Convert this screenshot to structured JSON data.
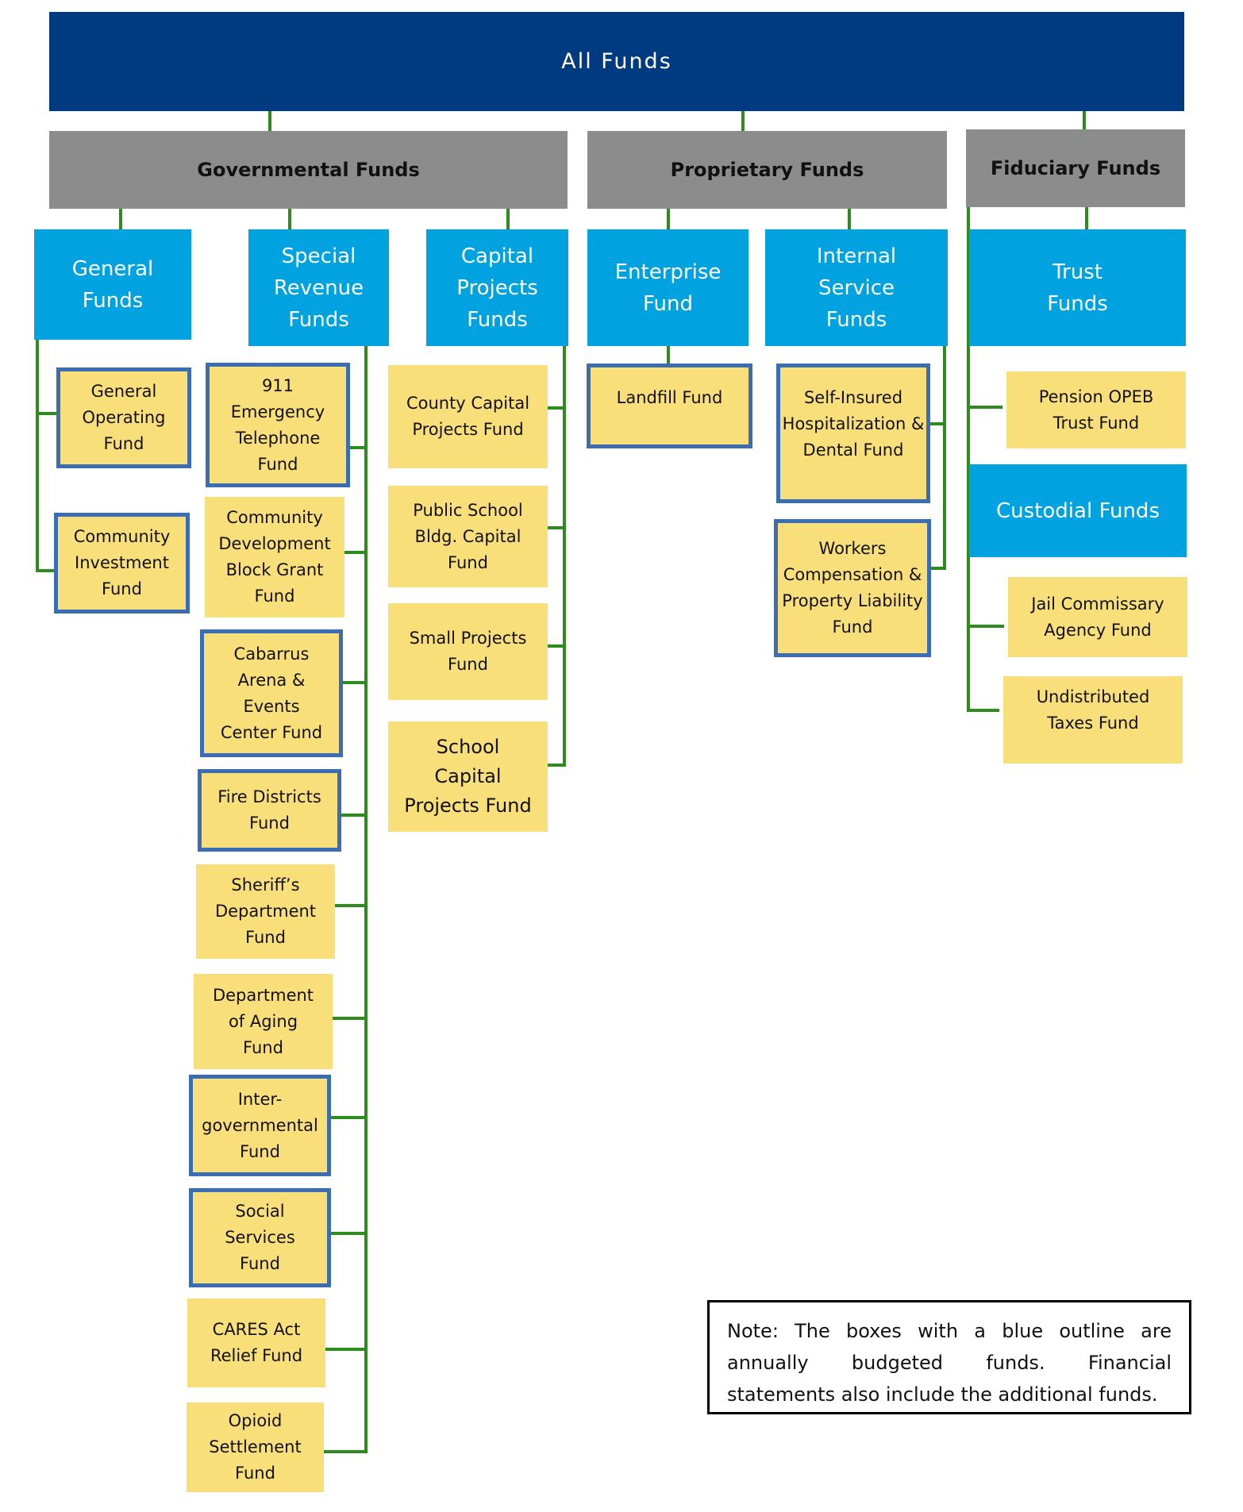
{
  "diagram": {
    "root": "All Funds",
    "categories": {
      "governmental": "Governmental Funds",
      "proprietary": "Proprietary Funds",
      "fiduciary": "Fiduciary Funds"
    },
    "subcategories": {
      "general": "General\nFunds",
      "special_revenue": "Special\nRevenue\nFunds",
      "capital_projects": "Capital\nProjects\nFunds",
      "enterprise": "Enterprise\nFund",
      "internal_service": "Internal\nService\nFunds",
      "trust": "Trust\nFunds",
      "custodial": "Custodial Funds"
    },
    "funds": {
      "general_operating": "General\nOperating\nFund",
      "community_investment": "Community\nInvestment\nFund",
      "emergency_911": "911\nEmergency\nTelephone\nFund",
      "cdbg": "Community\nDevelopment\nBlock Grant\nFund",
      "cabarrus_arena": "Cabarrus\nArena &\nEvents\nCenter Fund",
      "fire_districts": "Fire Districts\nFund",
      "sheriffs_department": "Sheriff’s\nDepartment\nFund",
      "department_of_aging": "Department\nof Aging\nFund",
      "intergovernmental": "Inter-\ngovernmental\nFund",
      "social_services": "Social\nServices\nFund",
      "cares_act": "CARES Act\nRelief Fund",
      "opioid_settlement": "Opioid\nSettlement\nFund",
      "county_capital": "County Capital\nProjects Fund",
      "public_school": "Public School\nBldg. Capital\nFund",
      "small_projects": "Small Projects\nFund",
      "school_capital": "School\nCapital\nProjects Fund",
      "landfill": "Landfill Fund",
      "self_insured": "Self-Insured\nHospitalization &\nDental Fund",
      "workers_comp": "Workers\nCompensation &\nProperty Liability\nFund",
      "pension_opeb": "Pension OPEB\nTrust Fund",
      "jail_commissary": "Jail Commissary\nAgency Fund",
      "undistributed_taxes": "Undistributed\nTaxes Fund"
    },
    "note": "Note: The boxes with a blue outline are annually budgeted funds. Financial statements also include the additional funds."
  },
  "colors": {
    "root": "#003A80",
    "category": "#8C8C8C",
    "subcategory": "#00A3E0",
    "fund": "#F9DF7A",
    "budgeted_outline": "#3B6DB5",
    "connector": "#2E8B1E"
  }
}
